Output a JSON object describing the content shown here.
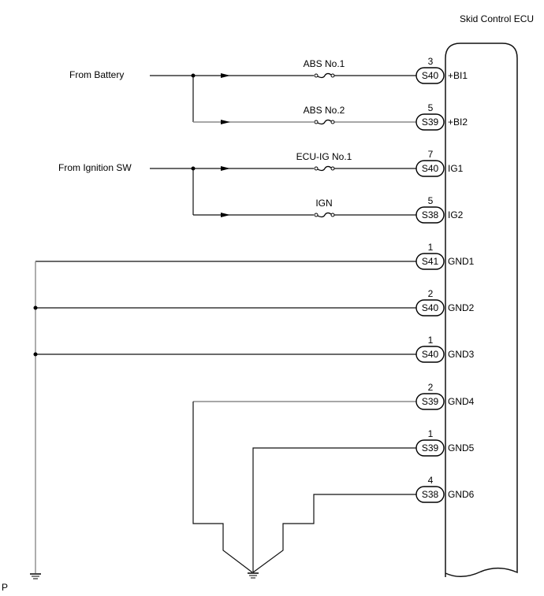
{
  "ecu": {
    "title": "Skid Control ECU"
  },
  "sources": [
    {
      "label": "From Battery"
    },
    {
      "label": "From Ignition SW"
    }
  ],
  "circuits": [
    {
      "fuse": "ABS No.1",
      "connector": "S40",
      "pin": "3",
      "terminal": "+BI1"
    },
    {
      "fuse": "ABS No.2",
      "connector": "S39",
      "pin": "5",
      "terminal": "+BI2"
    },
    {
      "fuse": "ECU-IG No.1",
      "connector": "S40",
      "pin": "7",
      "terminal": "IG1"
    },
    {
      "fuse": "IGN",
      "connector": "S38",
      "pin": "5",
      "terminal": "IG2"
    },
    {
      "fuse": "",
      "connector": "S41",
      "pin": "1",
      "terminal": "GND1"
    },
    {
      "fuse": "",
      "connector": "S40",
      "pin": "2",
      "terminal": "GND2"
    },
    {
      "fuse": "",
      "connector": "S40",
      "pin": "1",
      "terminal": "GND3"
    },
    {
      "fuse": "",
      "connector": "S39",
      "pin": "2",
      "terminal": "GND4"
    },
    {
      "fuse": "",
      "connector": "S39",
      "pin": "1",
      "terminal": "GND5"
    },
    {
      "fuse": "",
      "connector": "S38",
      "pin": "4",
      "terminal": "GND6"
    }
  ],
  "footer": {
    "code": "P"
  },
  "icons": {
    "fuse": "fuse-icon",
    "ground": "ground-icon",
    "arrow": "arrow-right-icon",
    "junction": "junction-dot-icon"
  }
}
